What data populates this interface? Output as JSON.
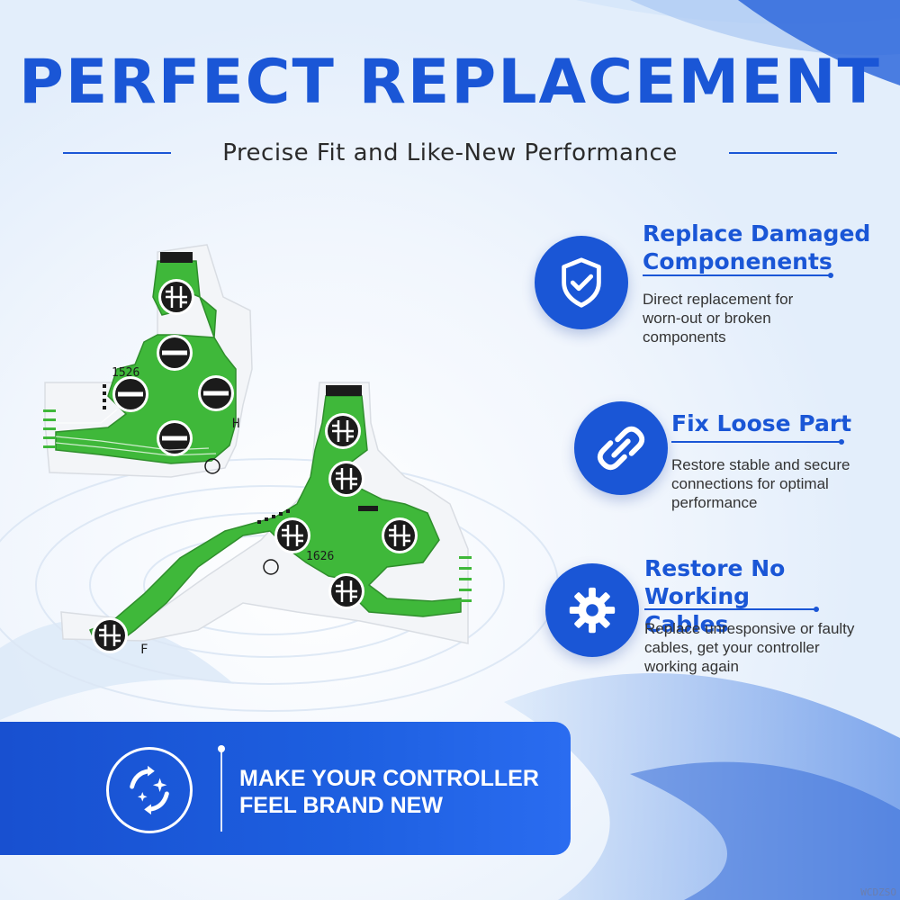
{
  "headline": "PERFECT REPLACEMENT",
  "subheadline": "Precise Fit and Like-New Performance",
  "features": [
    {
      "icon": "shield-check-icon",
      "title": "Replace Damaged\nComponenents",
      "description": "Direct replacement for\nworn-out or broken\ncomponents"
    },
    {
      "icon": "chain-link-icon",
      "title": "Fix Loose Part",
      "description": "Restore stable and secure\nconnections for optimal\nperformance"
    },
    {
      "icon": "gear-icon",
      "title": "Restore No Working\nCables",
      "description": "Replace unresponsive or faulty\ncables, get your controller\nworking again"
    }
  ],
  "boards": {
    "board_h": {
      "code": "1526",
      "letter": "H"
    },
    "board_f": {
      "code": "1626",
      "letter": "F"
    }
  },
  "banner": {
    "icon": "refresh-sparkle-icon",
    "text": "MAKE YOUR CONTROLLER\nFEEL BRAND NEW"
  },
  "watermark": "WCDZSO",
  "colors": {
    "accent": "#1a56d6",
    "pcb_green": "#3fb83a",
    "pcb_film": "#f2f4f7"
  }
}
